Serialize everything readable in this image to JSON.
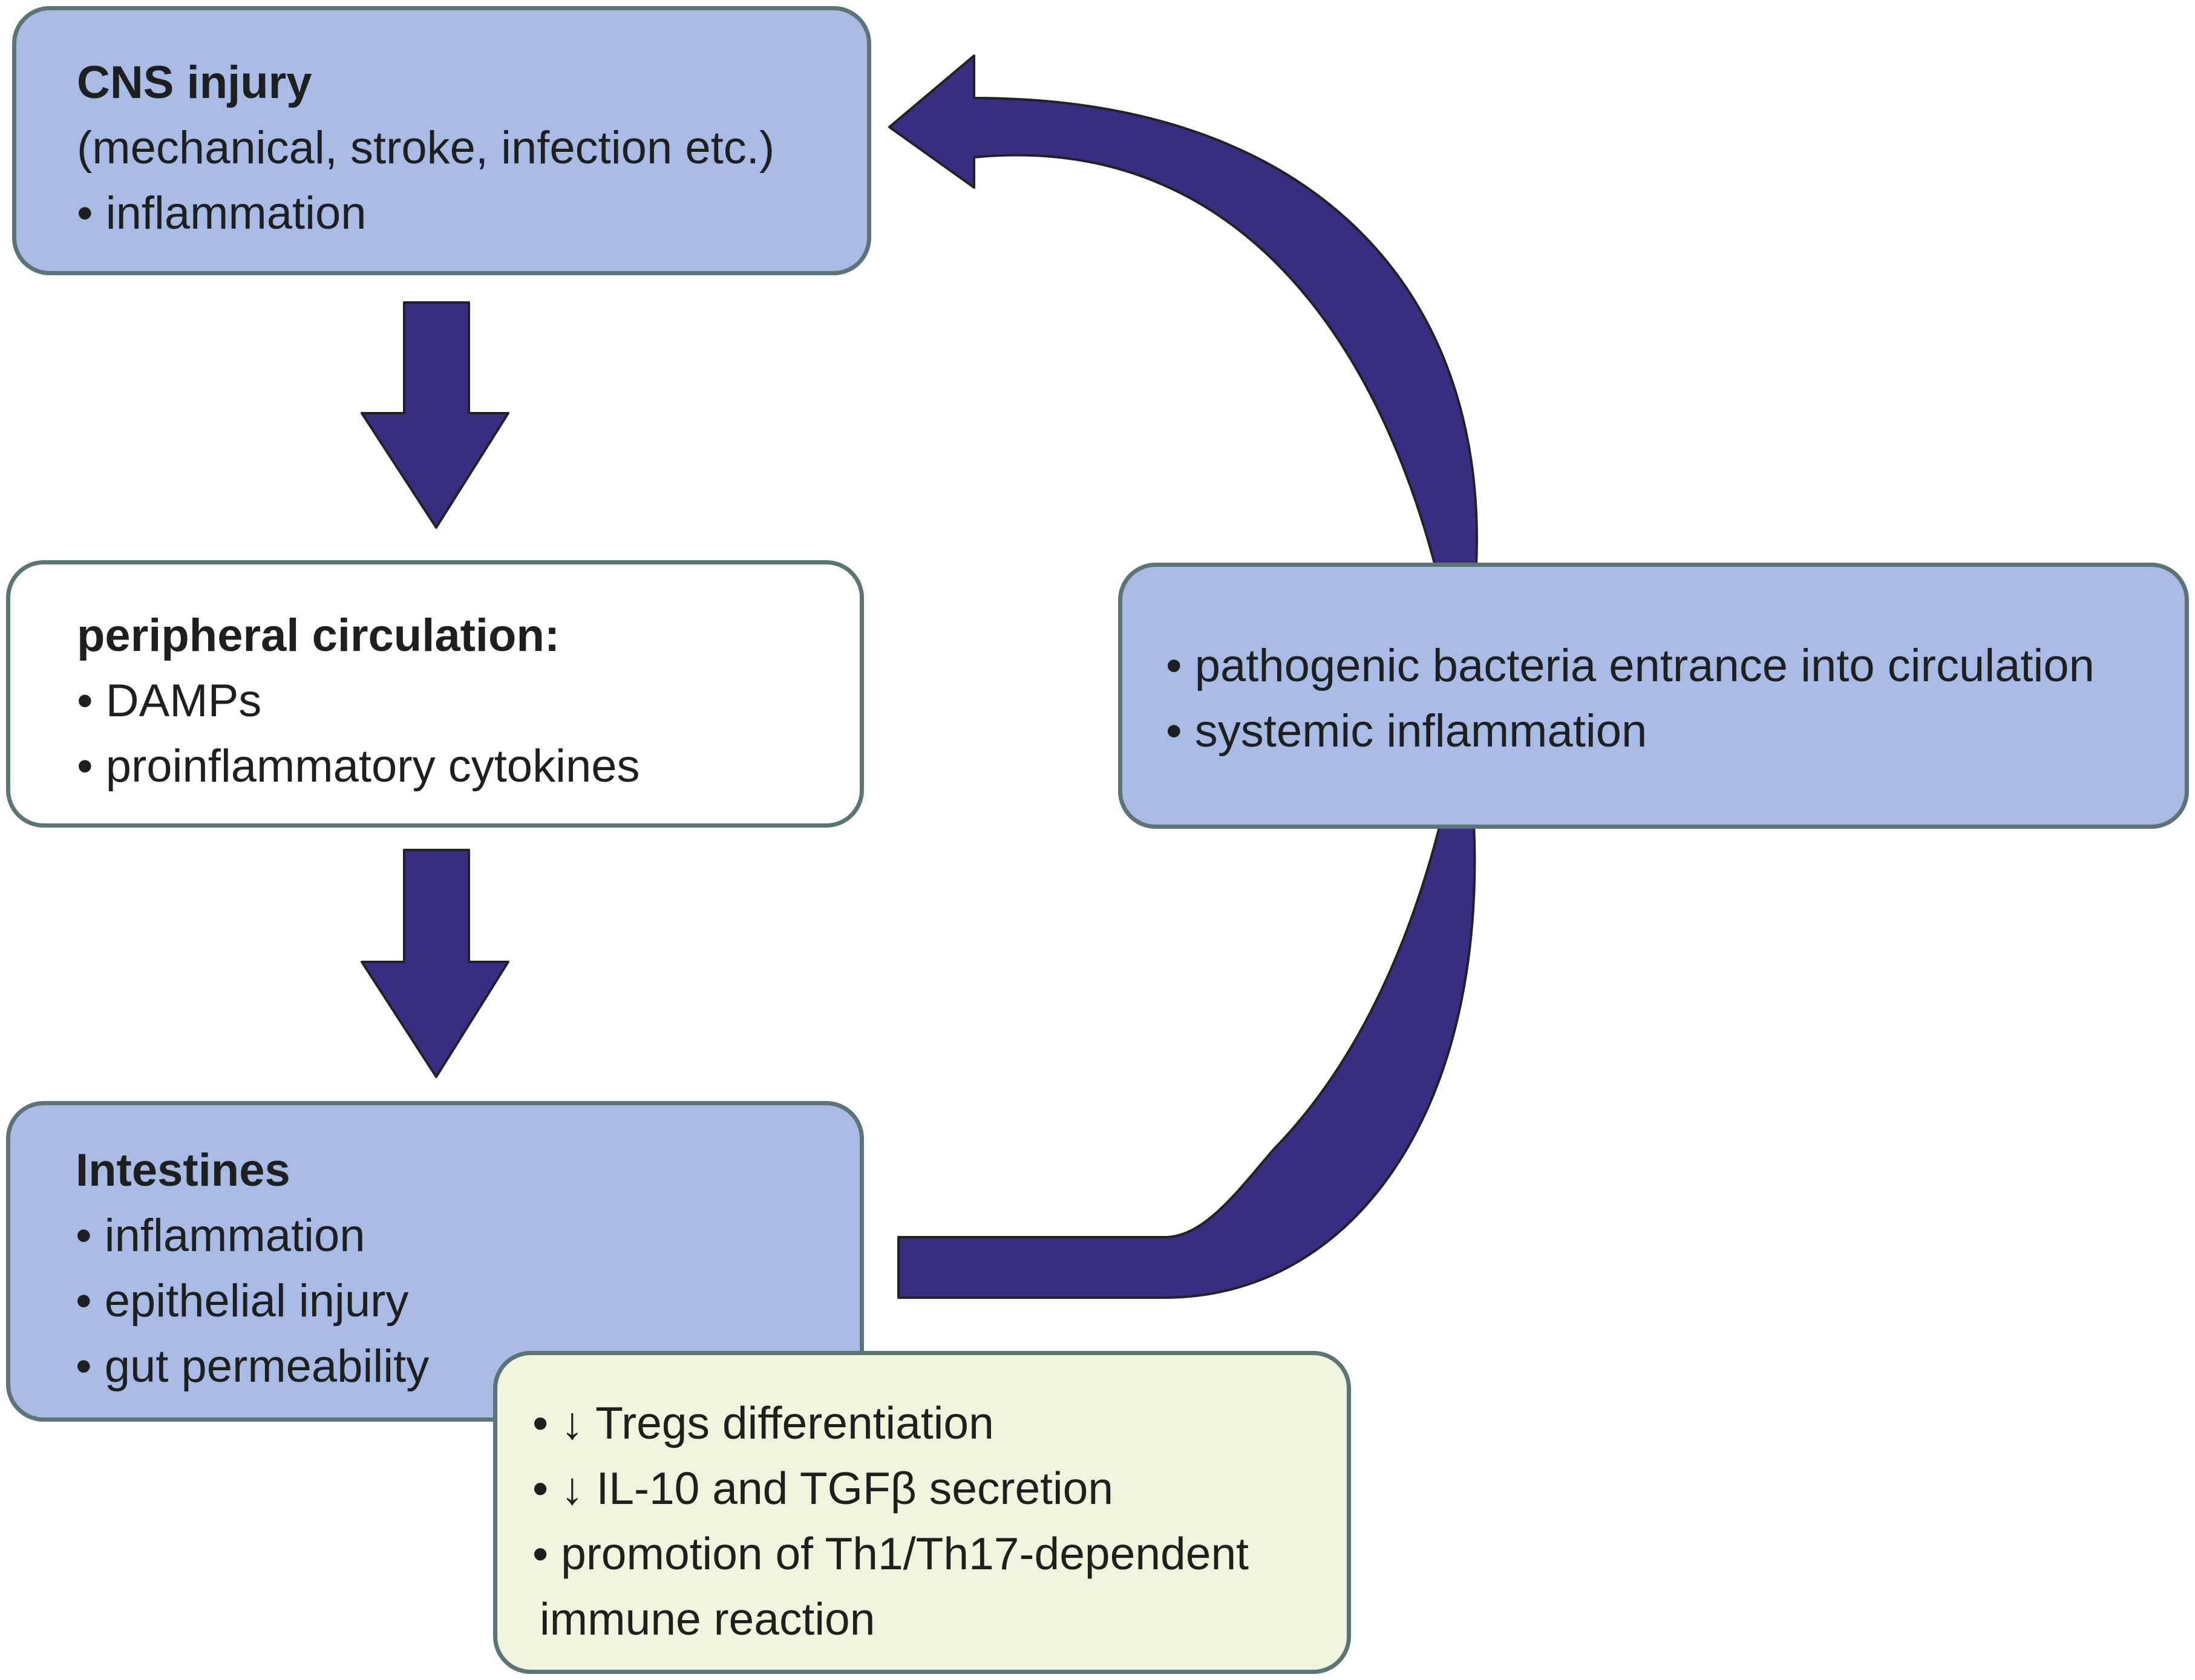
{
  "colors": {
    "arrow_fill": "#372e83",
    "box_border": "#5a7478",
    "blue_box": "#a8bbe4",
    "white_box": "#ffffff",
    "green_box": "#eff4dd"
  },
  "cns_box": {
    "title": "CNS injury",
    "subtitle": "(mechanical, stroke, infection etc.)",
    "items": [
      "inflammation"
    ]
  },
  "peripheral_box": {
    "title": "peripheral circulation:",
    "items": [
      "DAMPs",
      "proinflammatory cytokines"
    ]
  },
  "intestines_box": {
    "title": "Intestines",
    "items": [
      "inflammation",
      "epithelial injury",
      "gut permeability"
    ]
  },
  "systemic_box": {
    "items": [
      "pathogenic bacteria entrance into circulation",
      "systemic inflammation"
    ]
  },
  "immune_box": {
    "items": [
      "↓ Tregs differentiation",
      "↓ IL-10 and TGFβ secretion",
      "promotion of Th1/Th17-dependent"
    ],
    "continuation": "immune reaction"
  }
}
